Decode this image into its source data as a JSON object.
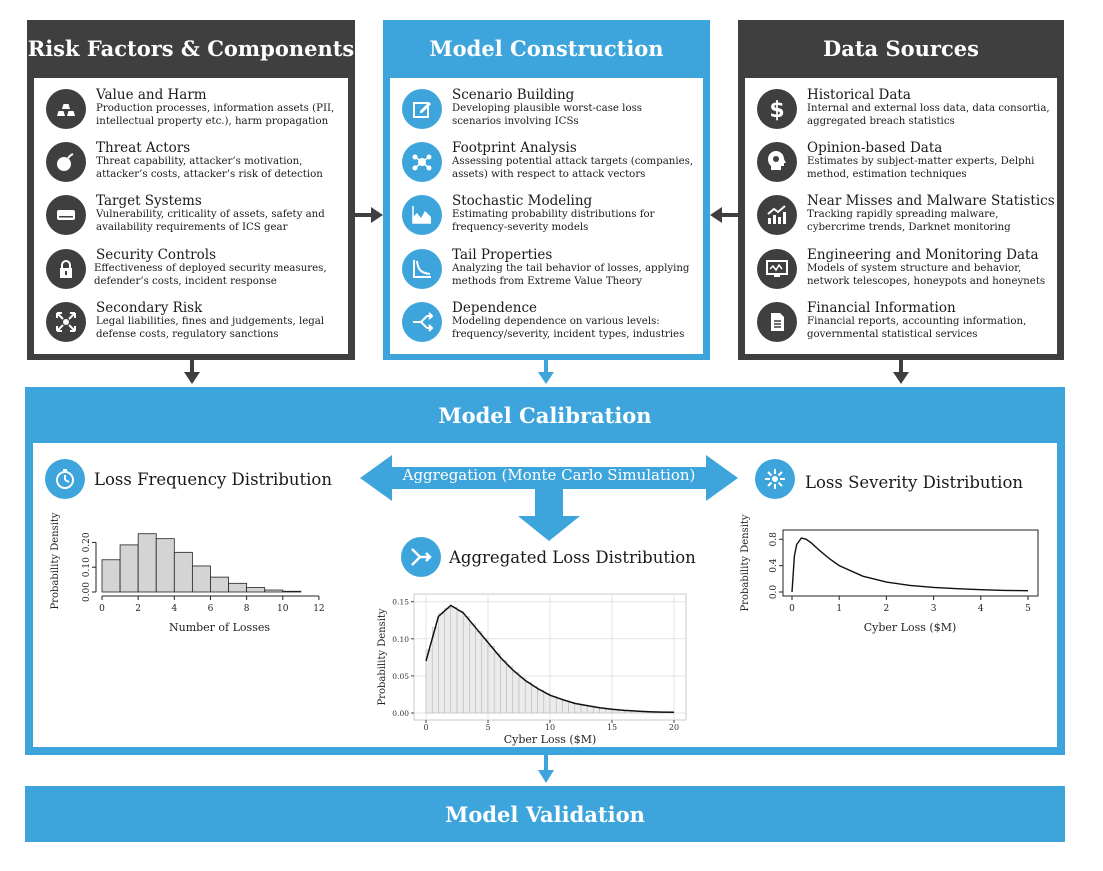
{
  "panels": {
    "risk": {
      "title": "Risk Factors & Components",
      "items": [
        {
          "icon": "gold-bars-icon",
          "title": "Value and Harm",
          "desc1": "Production processes, information assets (PII,",
          "desc2": "intellectual property etc.), harm propagation"
        },
        {
          "icon": "bomb-icon",
          "title": "Threat Actors",
          "desc1": "Threat capability, attacker’s motivation,",
          "desc2": "attacker’s costs, attacker’s risk of detection"
        },
        {
          "icon": "server-icon",
          "title": "Target Systems",
          "desc1": "Vulnerability, criticality of assets, safety and",
          "desc2": "availability requirements of ICS gear"
        },
        {
          "icon": "lock-icon",
          "title": "Security Controls",
          "desc1": "Effectiveness of deployed security measures,",
          "desc2": "defender’s costs, incident response"
        },
        {
          "icon": "expand-arrows-icon",
          "title": "Secondary Risk",
          "desc1": "Legal liabilities, fines and judgements, legal",
          "desc2": "defense costs, regulatory sanctions"
        }
      ]
    },
    "model": {
      "title": "Model Construction",
      "items": [
        {
          "icon": "edit-icon",
          "title": "Scenario Building",
          "desc1": "Developing plausible worst-case loss",
          "desc2": "scenarios involving ICSs"
        },
        {
          "icon": "footprint-icon",
          "title": "Footprint Analysis",
          "desc1": "Assessing potential attack targets (companies,",
          "desc2": "assets) with respect to attack vectors"
        },
        {
          "icon": "area-chart-icon",
          "title": "Stochastic Modeling",
          "desc1": "Estimating probability distributions for",
          "desc2": "frequency-severity models"
        },
        {
          "icon": "tail-curve-icon",
          "title": "Tail Properties",
          "desc1": "Analyzing the tail behavior of losses, applying",
          "desc2": "methods from Extreme Value Theory"
        },
        {
          "icon": "share-icon",
          "title": "Dependence",
          "desc1": "Modeling dependence on various levels:",
          "desc2": "frequency/severity, incident types, industries"
        }
      ]
    },
    "data": {
      "title": "Data Sources",
      "items": [
        {
          "icon": "dollar-icon",
          "title": "Historical Data",
          "desc1": "Internal and external loss data, data consortia,",
          "desc2": "aggregated breach statistics"
        },
        {
          "icon": "head-brain-icon",
          "title": "Opinion-based Data",
          "desc1": "Estimates by subject-matter experts, Delphi",
          "desc2": "method, estimation techniques"
        },
        {
          "icon": "trend-up-icon",
          "title": "Near Misses and Malware Statistics",
          "desc1": "Tracking rapidly spreading malware,",
          "desc2": "cybercrime trends, Darknet monitoring"
        },
        {
          "icon": "monitor-icon",
          "title": "Engineering and Monitoring Data",
          "desc1": "Models of system structure and behavior,",
          "desc2": "network telescopes, honeypots and honeynets"
        },
        {
          "icon": "document-icon",
          "title": "Financial Information",
          "desc1": "Financial reports, accounting information,",
          "desc2": "governmental statistical services"
        }
      ]
    }
  },
  "calibration": {
    "title": "Model Calibration",
    "aggregation_label": "Aggregation (Monte Carlo Simulation)",
    "frequency_title": "Loss Frequency Distribution",
    "severity_title": "Loss Severity Distribution",
    "aggregated_title": "Aggregated Loss Distribution"
  },
  "validation": {
    "title": "Model Validation"
  },
  "colors": {
    "dark": "#3f3f3f",
    "blue": "#3da5dc"
  },
  "chart_data": [
    {
      "type": "bar",
      "title": "",
      "xlabel": "Number of Losses",
      "ylabel": "Probability Density",
      "categories": [
        0,
        1,
        2,
        3,
        4,
        5,
        6,
        7,
        8,
        9,
        10
      ],
      "values": [
        0.13,
        0.19,
        0.235,
        0.215,
        0.16,
        0.105,
        0.06,
        0.035,
        0.018,
        0.008,
        0.003
      ],
      "xticks": [
        "0",
        "2",
        "4",
        "6",
        "8",
        "10",
        "12"
      ],
      "yticks": [
        "0.00",
        "0.10",
        "0.20"
      ],
      "xlim": [
        0,
        13
      ],
      "ylim": [
        0,
        0.25
      ]
    },
    {
      "type": "line",
      "title": "",
      "xlabel": "Cyber Loss ($M)",
      "ylabel": "Probability Density",
      "x": [
        0,
        0.05,
        0.1,
        0.2,
        0.3,
        0.4,
        0.6,
        0.8,
        1.0,
        1.5,
        2.0,
        2.5,
        3.0,
        3.5,
        4.0,
        4.5,
        5.0
      ],
      "y": [
        0,
        0.55,
        0.72,
        0.82,
        0.8,
        0.75,
        0.62,
        0.5,
        0.4,
        0.24,
        0.15,
        0.1,
        0.07,
        0.05,
        0.035,
        0.025,
        0.02
      ],
      "xticks": [
        "0",
        "1",
        "2",
        "3",
        "4",
        "5"
      ],
      "yticks": [
        "0.0",
        "0.4",
        "0.8"
      ],
      "xlim": [
        0,
        5
      ],
      "ylim": [
        0,
        0.88
      ]
    },
    {
      "type": "area",
      "title": "",
      "xlabel": "Cyber Loss ($M)",
      "ylabel": "Probability Density",
      "x": [
        0,
        1,
        2,
        3,
        4,
        5,
        6,
        7,
        8,
        9,
        10,
        11,
        12,
        13,
        14,
        15,
        16,
        17,
        18,
        19,
        20
      ],
      "y": [
        0.07,
        0.13,
        0.145,
        0.135,
        0.115,
        0.095,
        0.075,
        0.058,
        0.044,
        0.033,
        0.024,
        0.018,
        0.013,
        0.01,
        0.007,
        0.005,
        0.0035,
        0.0025,
        0.0018,
        0.0012,
        0.001
      ],
      "xticks": [
        "0",
        "5",
        "10",
        "15",
        "20"
      ],
      "yticks": [
        "0.00",
        "0.05",
        "0.10",
        "0.15"
      ],
      "xlim": [
        0,
        20
      ],
      "ylim": [
        0,
        0.155
      ],
      "grid": true
    }
  ]
}
